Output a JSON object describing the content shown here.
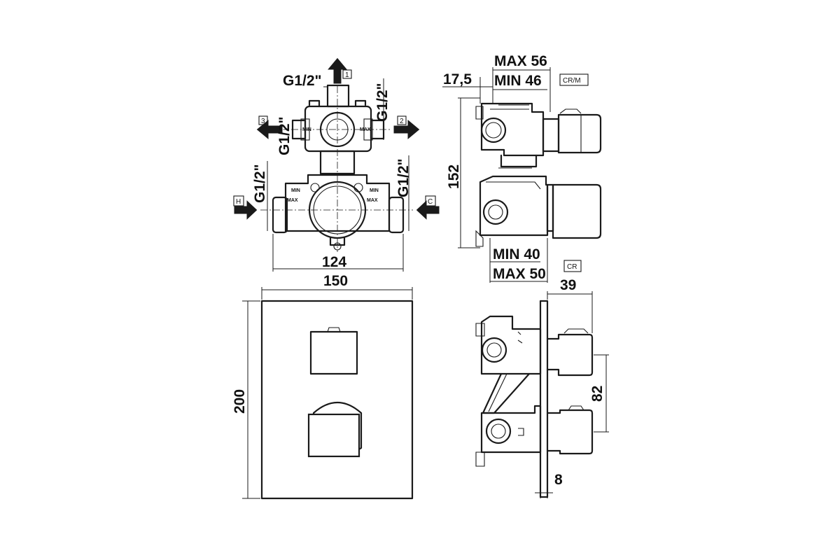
{
  "outlets": {
    "o1": {
      "thread": "G1/2\"",
      "label": "1"
    },
    "o2": {
      "thread": "G1/2\"",
      "label": "2"
    },
    "o3": {
      "thread": "G1/2\"",
      "label": "3"
    }
  },
  "inlets": {
    "hot": {
      "thread": "G1/2\"",
      "label": "H"
    },
    "cold": {
      "thread": "G1/2\"",
      "label": "C"
    }
  },
  "body_marks": {
    "min": "MIN",
    "max": "MAX"
  },
  "dimensions": {
    "body_width": "124",
    "plate_width": "150",
    "plate_height": "200",
    "side_height": "152",
    "offset": "17,5",
    "upper_max": "MAX 56",
    "upper_min": "MIN 46",
    "lower_min": "MIN 40",
    "lower_max": "MAX 50",
    "handle_depth": "39",
    "handle_spacing": "82",
    "plate_thickness": "8"
  },
  "variants": {
    "top": "CR/M",
    "bottom": "CR"
  },
  "icons": [
    "arrow-up-icon",
    "arrow-right-icon",
    "arrow-left-icon"
  ]
}
